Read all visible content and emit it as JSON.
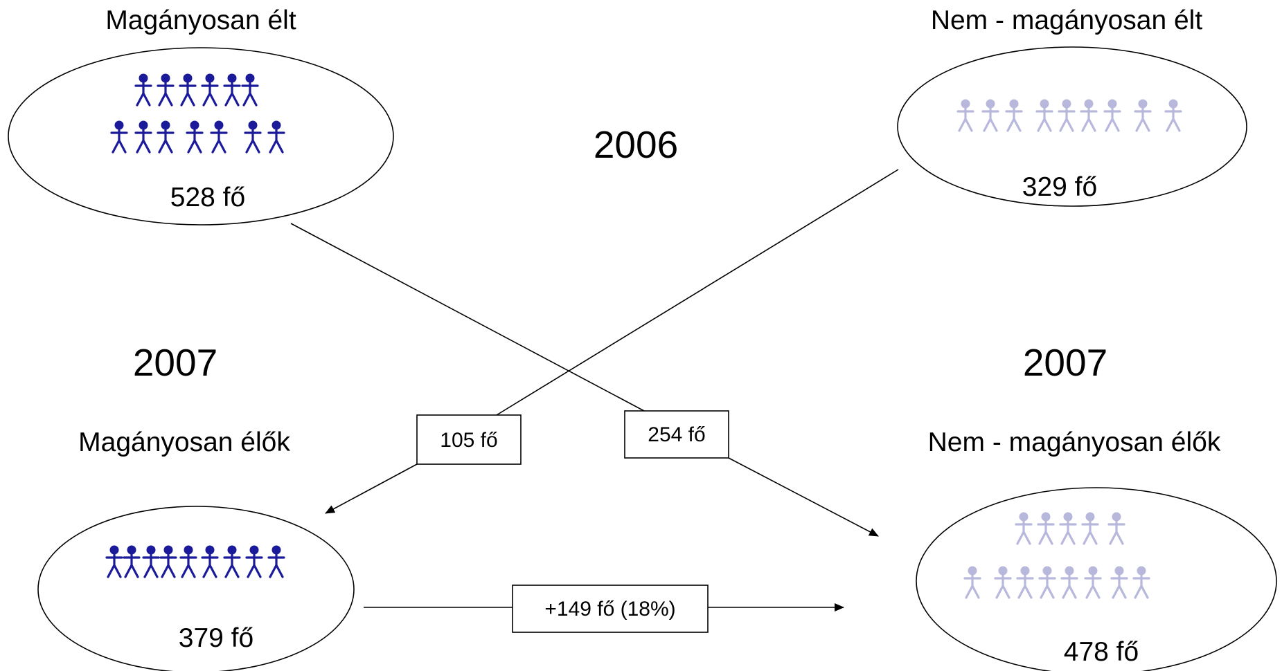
{
  "year_2006": "2006",
  "year_2007_left": "2007",
  "year_2007_right": "2007",
  "top_left_title": "Magányosan élt",
  "top_right_title": "Nem - magányosan élt",
  "bottom_left_title": "Magányosan élők",
  "bottom_right_title": "Nem - magányosan élők",
  "top_left_count": "528 fő",
  "top_right_count": "329 fő",
  "bottom_left_count": "379 fő",
  "bottom_right_count": "478 fő",
  "flow_105": "105 fő",
  "flow_254": "254 fő",
  "net_change": "+149 fő (18%)",
  "colors": {
    "dark_figure": "#1a1a9a",
    "light_figure": "#b8b8dc"
  },
  "icons": {
    "person": "person-icon"
  }
}
